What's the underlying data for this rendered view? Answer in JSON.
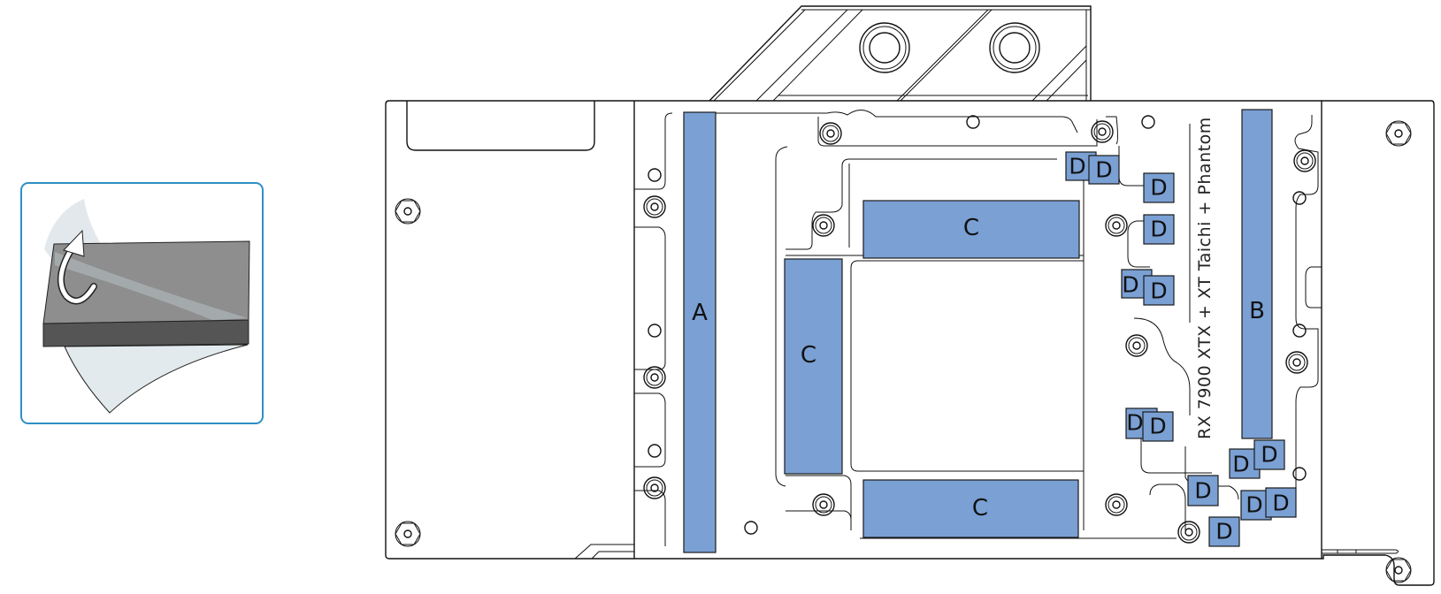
{
  "inset": {
    "description": "peel-protective-film-instruction",
    "frame_color": "#2f8fc4",
    "pad_top_color": "#8c8c8c",
    "pad_side_color": "#555555"
  },
  "diagram": {
    "model_label": "RX 7900 XTX + XT Taichi + Phantom",
    "pad_color": "#7aa0d4",
    "line_color": "#111111",
    "pads": [
      {
        "id": "A",
        "label": "A"
      },
      {
        "id": "B",
        "label": "B"
      },
      {
        "id": "C1",
        "label": "C"
      },
      {
        "id": "C2",
        "label": "C"
      },
      {
        "id": "C3",
        "label": "C"
      },
      {
        "id": "D1",
        "label": "D"
      },
      {
        "id": "D2",
        "label": "D"
      },
      {
        "id": "D3",
        "label": "D"
      },
      {
        "id": "D4",
        "label": "D"
      },
      {
        "id": "D5",
        "label": "D"
      },
      {
        "id": "D6",
        "label": "D"
      },
      {
        "id": "D7",
        "label": "D"
      },
      {
        "id": "D8",
        "label": "D"
      },
      {
        "id": "D9",
        "label": "D"
      },
      {
        "id": "D10",
        "label": "D"
      },
      {
        "id": "D11",
        "label": "D"
      },
      {
        "id": "D12",
        "label": "D"
      },
      {
        "id": "D13",
        "label": "D"
      },
      {
        "id": "D14",
        "label": "D"
      },
      {
        "id": "D15",
        "label": "D"
      }
    ]
  }
}
